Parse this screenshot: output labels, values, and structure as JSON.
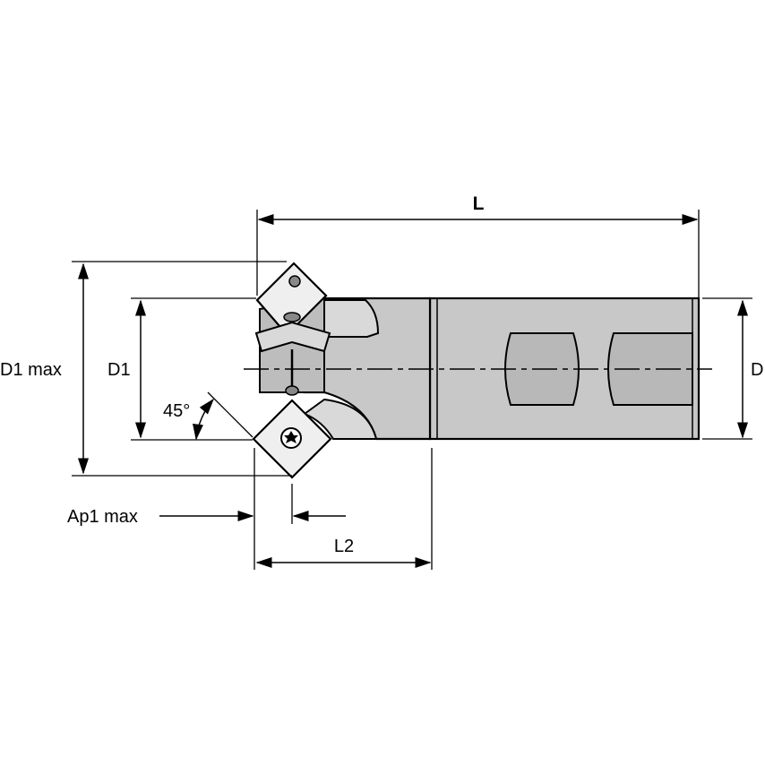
{
  "labels": {
    "L": "L",
    "D1_max": "D1 max",
    "D1": "D1",
    "D": "D",
    "angle": "45°",
    "Ap1_max": "Ap1 max",
    "L2": "L2"
  },
  "colors": {
    "line": "#000000",
    "body": "#c8c8c8",
    "insert": "#efefef",
    "background": "#ffffff"
  }
}
